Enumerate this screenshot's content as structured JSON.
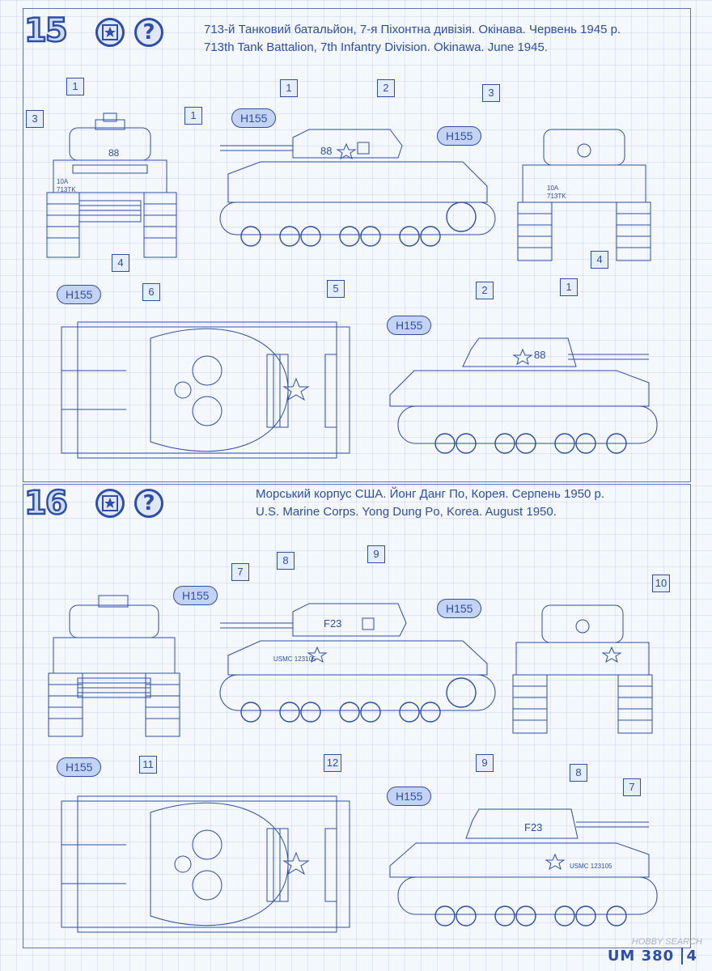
{
  "sections": [
    {
      "number": "15",
      "caption_uk": "713-й Танковий батальйон, 7-я Піхонтна дивізія. Окінава. Червень 1945 р.",
      "caption_en": "713th Tank Battalion, 7th Infantry Division. Okinawa. June 1945.",
      "callouts": [
        "1",
        "1",
        "3",
        "4",
        "1",
        "2",
        "3",
        "4",
        "6",
        "5",
        "2",
        "1"
      ],
      "paint_code": "H155",
      "markings": {
        "number": "88",
        "unit_front": "10A 713TK"
      }
    },
    {
      "number": "16",
      "caption_uk": "Морський корпус США. Йонг Данг По, Корея. Серпень 1950 р.",
      "caption_en": "U.S. Marine Corps. Yong Dung Po, Korea. August 1950.",
      "callouts": [
        "7",
        "8",
        "9",
        "10",
        "11",
        "12",
        "9",
        "8",
        "7"
      ],
      "paint_code": "H155",
      "markings": {
        "turret": "F23",
        "hull": "USMC 123105"
      }
    }
  ],
  "icons": {
    "marking": "star-marking-icon",
    "help": "question-icon"
  },
  "help_glyph": "?",
  "footer": {
    "code": "UM 380",
    "page": "4"
  },
  "watermark": "HOBBY SEARCH",
  "colors": {
    "line": "#2e4fa8",
    "paint_fill": "#c4d3f2",
    "paper": "#f4f7fc"
  }
}
